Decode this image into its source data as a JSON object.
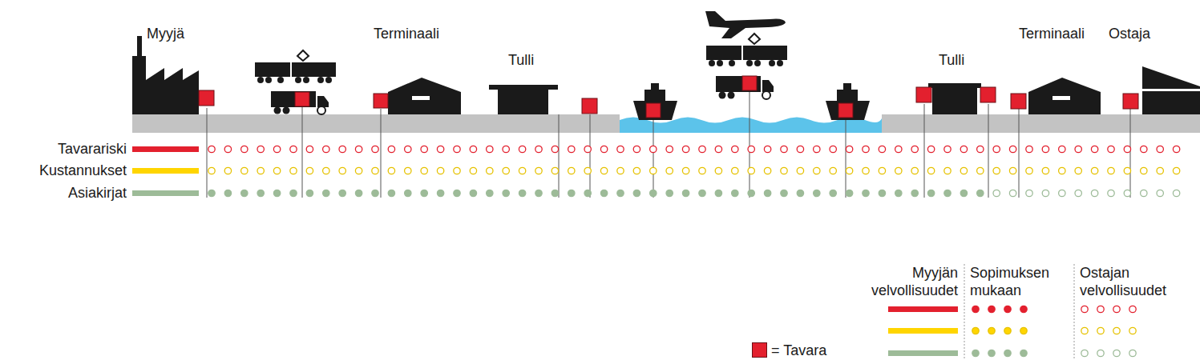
{
  "diagram": {
    "labels": [
      "Myyjä",
      "Terminaali",
      "Tulli",
      "Tulli",
      "Terminaali",
      "Ostaja",
      "Tavarariski",
      "Kustannukset",
      "Asiakirjat"
    ],
    "legend": [
      {
        "text": "Myyjän velvollisuudet"
      },
      {
        "text": "Sopimuksen mukaan"
      },
      {
        "text": "Ostajan velvollisuudet"
      },
      {
        "text": "= Tavara",
        "color": "#e3202e"
      }
    ]
  }
}
